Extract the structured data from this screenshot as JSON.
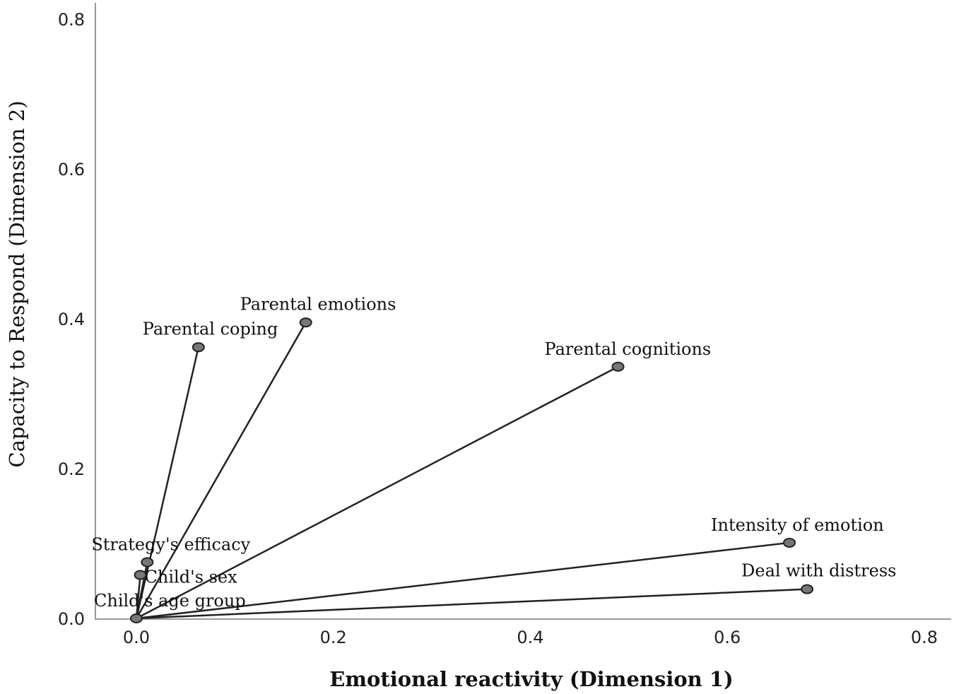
{
  "chart_data": {
    "type": "scatter",
    "xlabel": "Emotional reactivity (Dimension 1)",
    "ylabel": "Capacity to Respond (Dimension 2)",
    "xlim": [
      0.0,
      0.8
    ],
    "ylim": [
      0.0,
      0.8
    ],
    "xticks": [
      "0.0",
      "0.2",
      "0.4",
      "0.6",
      "0.8"
    ],
    "yticks": [
      "0.0",
      "0.2",
      "0.4",
      "0.6",
      "0.8"
    ],
    "vectors_from_origin": true,
    "points": [
      {
        "label": "Parental emotions",
        "x": 0.172,
        "y": 0.395
      },
      {
        "label": "Parental coping",
        "x": 0.063,
        "y": 0.362
      },
      {
        "label": "Parental cognitions",
        "x": 0.489,
        "y": 0.336
      },
      {
        "label": "Intensity of emotion",
        "x": 0.663,
        "y": 0.101
      },
      {
        "label": "Deal with distress",
        "x": 0.681,
        "y": 0.039
      },
      {
        "label": "Strategy's efficacy",
        "x": 0.011,
        "y": 0.075
      },
      {
        "label": "Child's sex",
        "x": 0.004,
        "y": 0.058
      },
      {
        "label": "Child's age group",
        "x": 0.0,
        "y": 0.0
      }
    ]
  }
}
